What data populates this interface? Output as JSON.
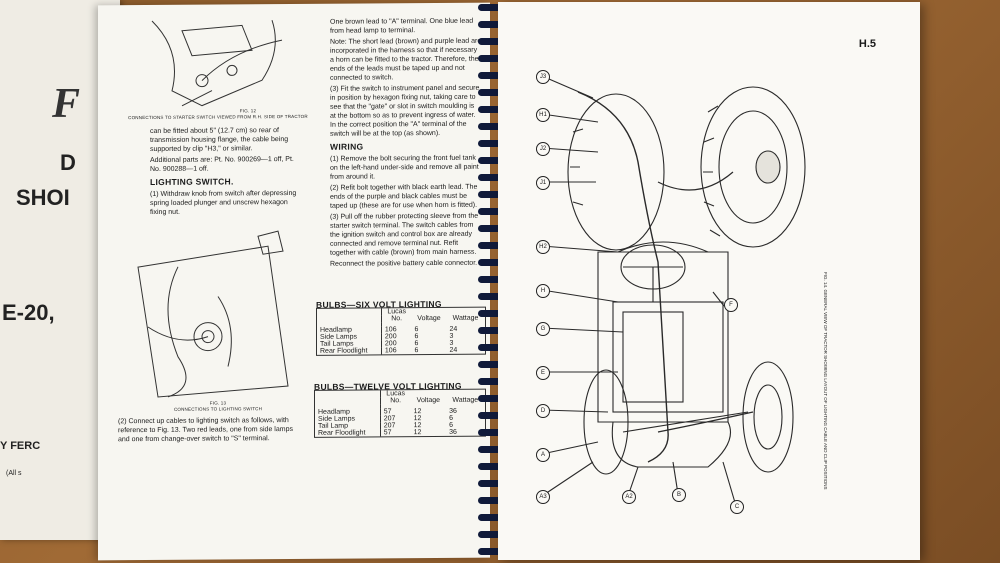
{
  "back_page": {
    "big_letter": "F",
    "line1": "D",
    "line2": "SHOI",
    "line3": "E-20,",
    "line4": "Y FERC",
    "line5": "(All s"
  },
  "left_page": {
    "caption1": "CONNECTIONS TO STARTER SWITCH VIEWED FROM R.H. SIDE OF TRACTOR",
    "fig1_label": "FIG. 12",
    "para1": "can be fitted about 5\" (12.7 cm) so rear of transmission housing flange, the cable being supported by clip \"H3,\" or similar.",
    "para1b": "Additional parts are: Pt. No. 900269—1 off, Pt. No. 900288—1 off.",
    "heading_lighting": "LIGHTING SWITCH.",
    "step1": "(1) Withdraw knob from switch after depressing spring loaded plunger and unscrew hexagon fixing nut.",
    "fig2_label": "FIG. 13",
    "caption2": "CONNECTIONS TO LIGHTING SWITCH",
    "step2": "(2) Connect up cables to lighting switch as follows, with reference to Fig. 13. Two red leads, one from side lamps and one from change-over switch to \"S\" terminal.",
    "col2_top": "One brown lead to \"A\" terminal. One blue lead from head lamp to terminal.",
    "note": "Note: The short lead (brown) and purple lead are incorporated in the harness so that if necessary a horn can be fitted to the tractor. Therefore, the ends of the leads must be taped up and not connected to switch.",
    "step3": "(3) Fit the switch to instrument panel and secure in position by hexagon fixing nut, taking care to see that the \"gate\" or slot in switch moulding is at the bottom so as to prevent ingress of water. In the correct position the \"A\" terminal of the switch will be at the top (as shown).",
    "heading_wiring": "WIRING",
    "wiring1": "(1) Remove the bolt securing the front fuel tank on the left-hand under-side and remove all paint from around it.",
    "wiring2": "(2) Refit bolt together with black earth lead. The ends of the purple and black cables must be taped up (these are for use when horn is fitted).",
    "wiring3": "(3) Pull off the rubber protecting sleeve from the starter switch terminal. The switch cables from the ignition switch and control box are already connected and remove terminal nut. Refit together with cable (brown) from main harness.",
    "reconnect": "Reconnect the positive battery cable connector.",
    "table1_title": "BULBS—SIX VOLT LIGHTING",
    "table2_title": "BULBS—TWELVE VOLT LIGHTING",
    "col_lucas": "Lucas",
    "col_no": "No.",
    "col_voltage": "Voltage",
    "col_wattage": "Wattage",
    "six_volt": [
      {
        "name": "Headlamp",
        "no": "106",
        "voltage": "6",
        "wattage": "24"
      },
      {
        "name": "Side Lamps",
        "no": "200",
        "voltage": "6",
        "wattage": "3"
      },
      {
        "name": "Tail Lamps",
        "no": "200",
        "voltage": "6",
        "wattage": "3"
      },
      {
        "name": "Rear Floodlight",
        "no": "106",
        "voltage": "6",
        "wattage": "24"
      }
    ],
    "twelve_volt": [
      {
        "name": "Headlamp",
        "no": "57",
        "voltage": "12",
        "wattage": "36"
      },
      {
        "name": "Side Lamps",
        "no": "207",
        "voltage": "12",
        "wattage": "6"
      },
      {
        "name": "Tail Lamp",
        "no": "207",
        "voltage": "12",
        "wattage": "6"
      },
      {
        "name": "Rear Floodlight",
        "no": "57",
        "voltage": "12",
        "wattage": "36"
      }
    ]
  },
  "right_page": {
    "page_number": "H.5",
    "callouts": [
      "J3",
      "H1",
      "J2",
      "J1",
      "H2",
      "H",
      "G",
      "E",
      "F",
      "D",
      "A",
      "A3",
      "A2",
      "B",
      "C"
    ],
    "fig_caption": "FIG. 14. GENERAL VIEW OF TRACTOR SHOWING LAYOUT OF LIGHTING CABLE AND CLIP POSITIONS"
  }
}
